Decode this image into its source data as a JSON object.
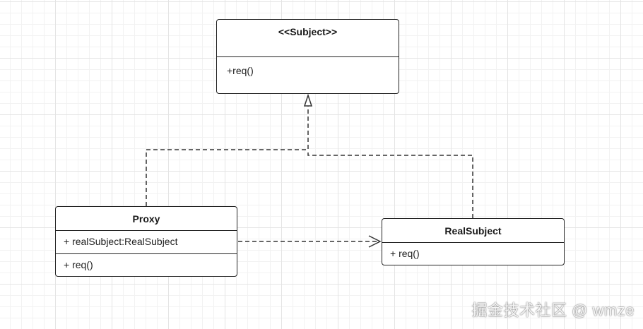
{
  "classes": {
    "subject": {
      "title": "<<Subject>>",
      "methods": [
        "+req()"
      ]
    },
    "proxy": {
      "title": "Proxy",
      "attributes": [
        "+ realSubject:RealSubject"
      ],
      "methods": [
        "+ req()"
      ]
    },
    "real_subject": {
      "title": "RealSubject",
      "methods": [
        "+ req()"
      ]
    }
  },
  "watermark": "掘金技术社区 @ wmze"
}
